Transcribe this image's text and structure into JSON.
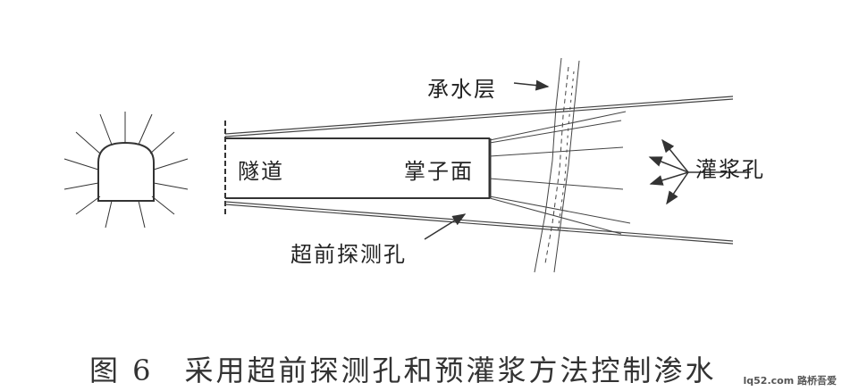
{
  "labels": {
    "aquifer": "承水层",
    "grout_hole": "灌浆孔",
    "tunnel": "隧道",
    "face": "掌子面",
    "probe_hole": "超前探测孔"
  },
  "caption": "图 6　采用超前探测孔和预灌浆方法控制渗水",
  "watermark": "lq52.com 路桥吾爱"
}
